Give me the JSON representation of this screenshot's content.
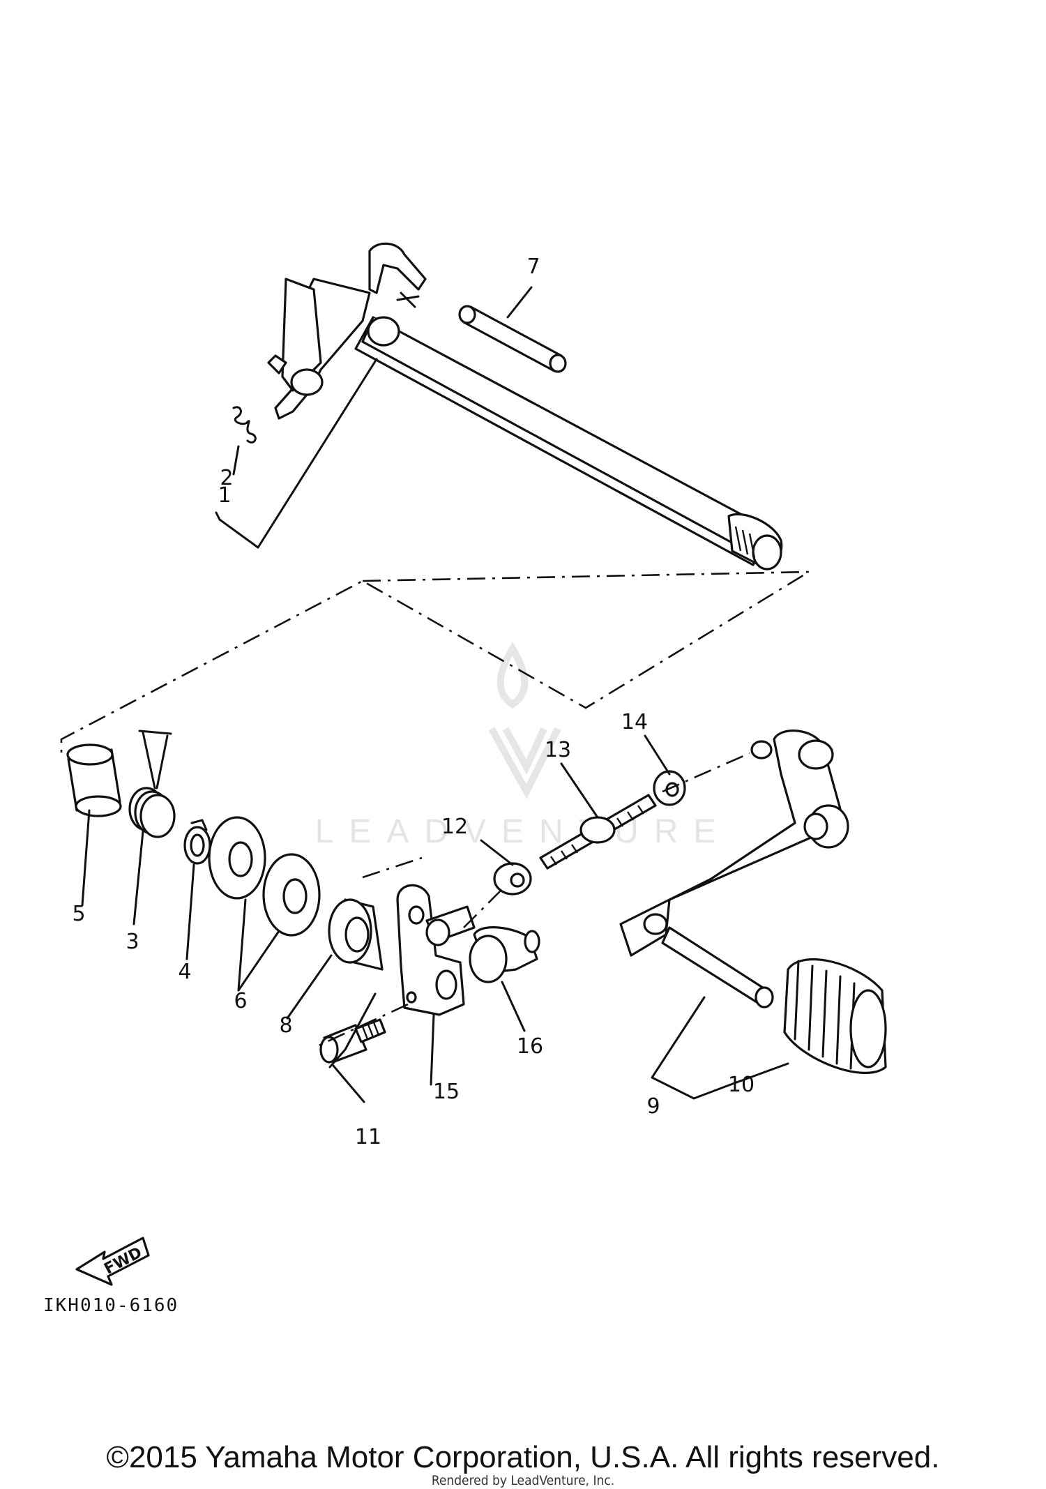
{
  "diagram": {
    "callouts": {
      "c1": "1",
      "c2": "2",
      "c3": "3",
      "c4": "4",
      "c5": "5",
      "c6": "6",
      "c7": "7",
      "c8": "8",
      "c9": "9",
      "c10": "10",
      "c11": "11",
      "c12": "12",
      "c13": "13",
      "c14": "14",
      "c15": "15",
      "c16": "16"
    },
    "fwd_label": "FWD",
    "diagram_code": "IKH010-6160"
  },
  "watermark": {
    "text": "LEADVENTURE",
    "color": "#e4e4e4"
  },
  "footer": {
    "copyright": "©2015 Yamaha Motor Corporation, U.S.A. All rights reserved.",
    "rendered_by": "Rendered by LeadVenture, Inc."
  }
}
